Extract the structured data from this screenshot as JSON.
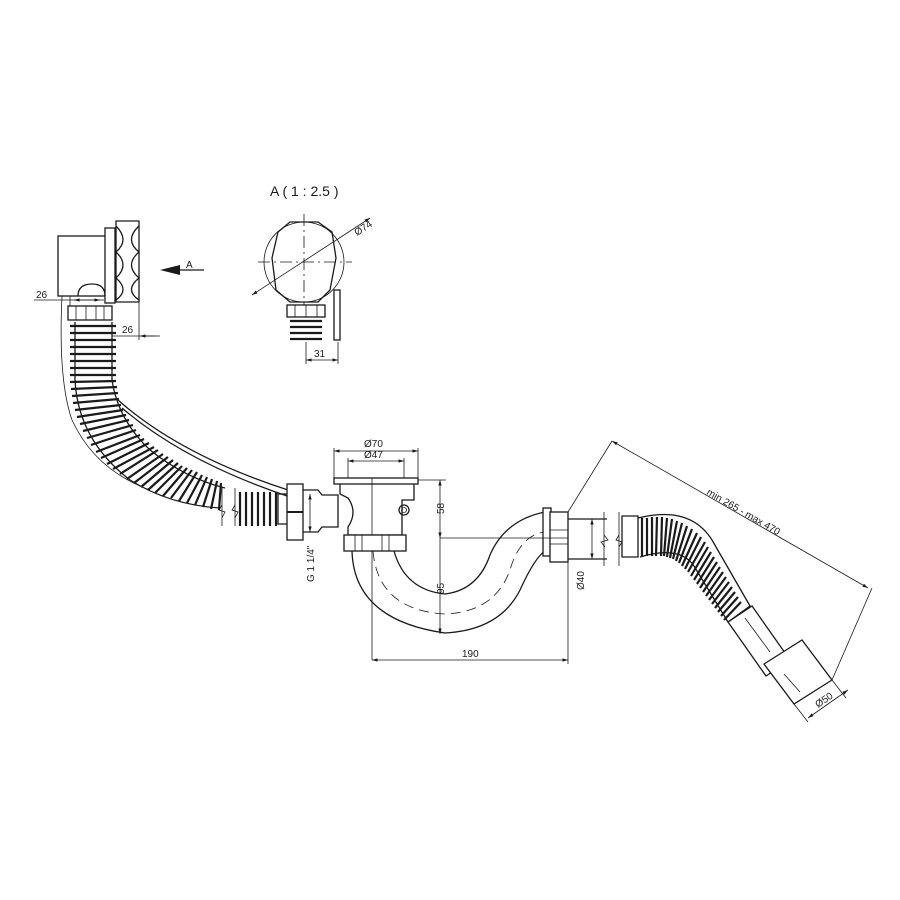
{
  "drawing": {
    "detail_view_title": "A ( 1 : 2.5 )",
    "view_arrow_label": "A",
    "dimensions": {
      "overflow_offset_left": "26",
      "overflow_offset_right": "26",
      "detail_width": "31",
      "detail_diameter": "Ø74",
      "body_outer_diameter": "Ø70",
      "body_inner_diameter": "Ø47",
      "body_height": "58",
      "trap_depth": "95",
      "trap_width": "190",
      "thread": "G 1 1/4\"",
      "outlet_diameter": "Ø40",
      "hose_length": "min 265 - max 470",
      "hose_end_diameter": "Ø50"
    },
    "colors": {
      "line": "#1a1a1a",
      "background": "#ffffff"
    }
  }
}
